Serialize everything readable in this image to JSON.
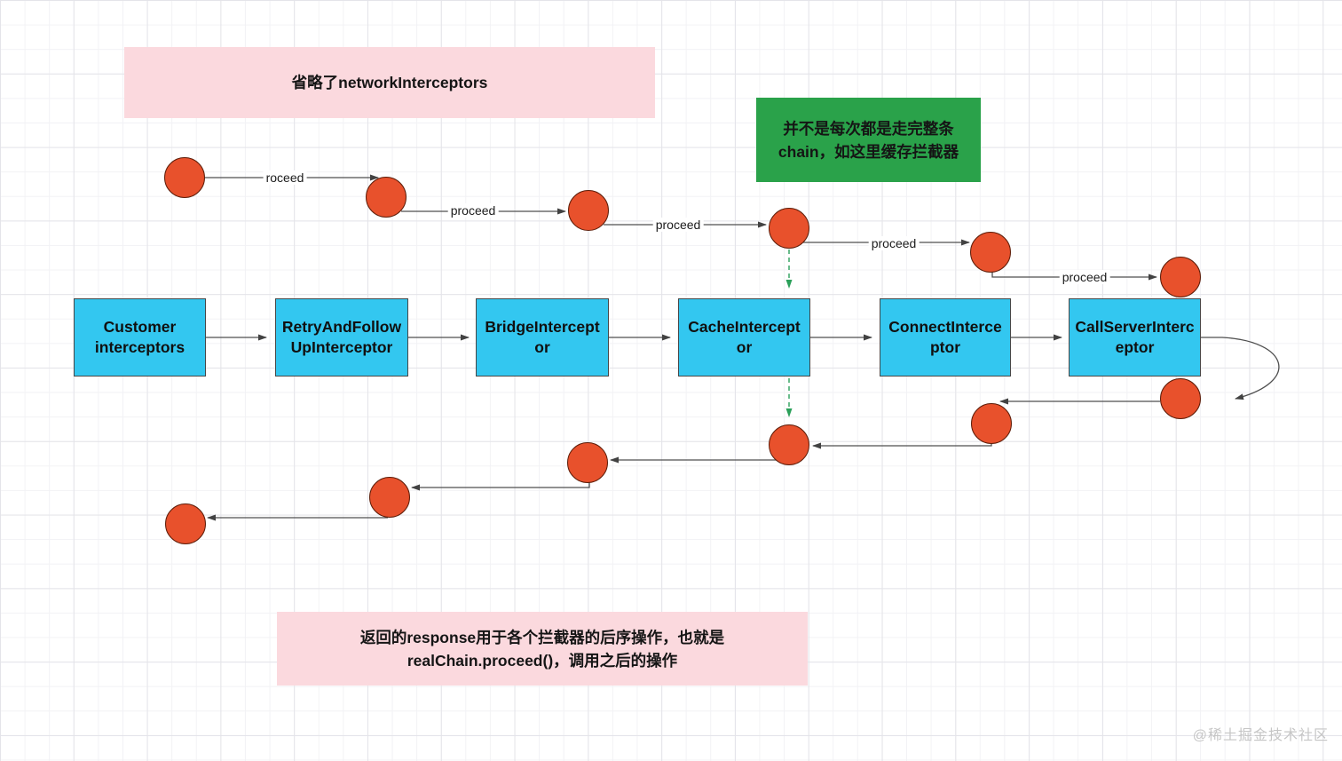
{
  "notes": {
    "omitted_network_interceptors": "省略了networkInterceptors",
    "cache_note_line1": "并不是每次都是走完整条",
    "cache_note_line2": "chain，如这里缓存拦截器",
    "response_note_line1": "返回的response用于各个拦截器的后序操作，也就是",
    "response_note_line2": "realChain.proceed()，调用之后的操作"
  },
  "boxes": [
    {
      "line1": "Customer",
      "line2": "interceptors"
    },
    {
      "line1": "RetryAndFollow",
      "line2": "UpInterceptor"
    },
    {
      "line1": "BridgeIntercept",
      "line2": "or"
    },
    {
      "line1": "CacheIntercept",
      "line2": "or"
    },
    {
      "line1": "ConnectInterce",
      "line2": "ptor"
    },
    {
      "line1": "CallServerInterc",
      "line2": "eptor"
    }
  ],
  "edge_labels": [
    "roceed",
    "proceed",
    "proceed",
    "proceed",
    "proceed"
  ],
  "watermark": "@稀土掘金技术社区",
  "colors": {
    "box_fill": "#33c7f0",
    "circle_fill": "#e8512c",
    "note_pink": "#fbd9de",
    "note_green": "#2aa24a",
    "connector": "#4f4f4f",
    "dashed_green": "#2ba05a"
  }
}
